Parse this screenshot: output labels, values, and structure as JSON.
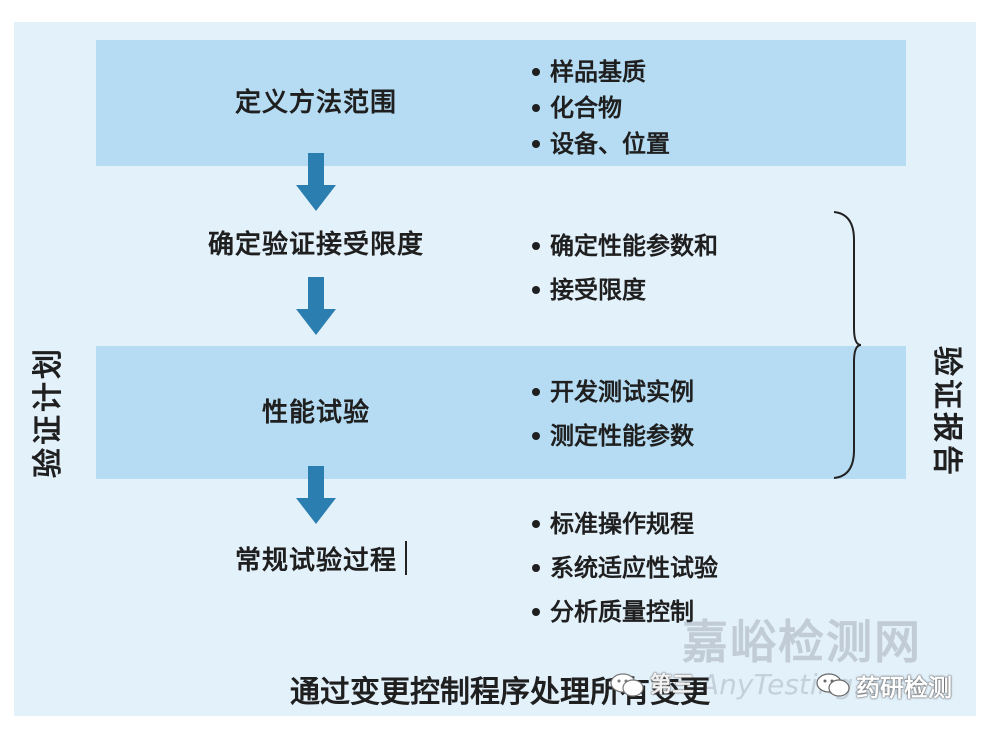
{
  "colors": {
    "panel_bg": "#e3f1fb",
    "band": "#b5dcf3",
    "arrow": "#2b7fb0",
    "text": "#1f1f1f"
  },
  "steps": [
    {
      "label": "定义方法范围",
      "bullets": [
        "样品基质",
        "化合物",
        "设备、位置"
      ]
    },
    {
      "label": "确定验证接受限度",
      "bullets": [
        "确定性能参数和",
        "接受限度"
      ]
    },
    {
      "label": "性能试验",
      "bullets": [
        "开发测试实例",
        "测定性能参数"
      ]
    },
    {
      "label": "常规试验过程",
      "bullets": [
        "标准操作规程",
        "系统适应性试验",
        "分析质量控制"
      ]
    }
  ],
  "arrows": [
    "arrow-down-icon",
    "arrow-down-icon",
    "arrow-down-icon"
  ],
  "side": {
    "left": "验证计划",
    "right": "验证报告"
  },
  "bottom_caption": "通过变更控制程序处理所有变更",
  "watermark": {
    "big": "嘉峪检测网",
    "url": "AnyTesting.com",
    "account1": "第三",
    "account2": "药研检测",
    "icon": "wechat-icon"
  }
}
